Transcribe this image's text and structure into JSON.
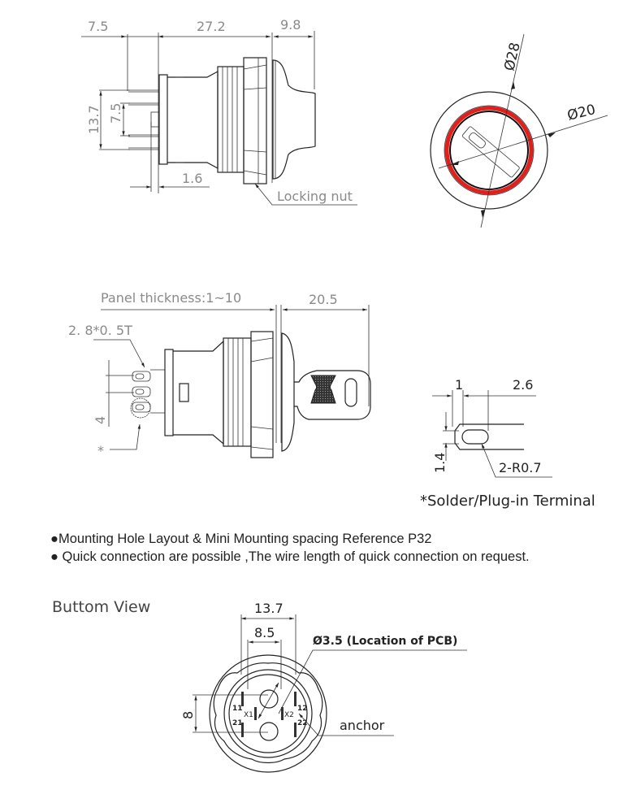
{
  "side_view": {
    "dims": {
      "pin_length": "7.5",
      "body_length": "27.2",
      "head_length": "9.8",
      "pin_span_outer": "13.7",
      "pin_span_inner": "7.5",
      "flange_gap": "1.6"
    },
    "callout_locking_nut": "Locking nut"
  },
  "front_view": {
    "outer_diameter": "Ø28",
    "inner_diameter": "Ø20",
    "ring_color": "#e0201c"
  },
  "key_view": {
    "panel_thickness": "Panel thickness:1~10",
    "key_protrusion": "20.5",
    "terminal_size": "2. 8*0. 5T",
    "terminal_pitch": "4",
    "terminal_marker": "*"
  },
  "terminal_detail": {
    "dim_tip": "1",
    "dim_slot": "2.6",
    "dim_height": "1.4",
    "radius": "2-R0.7",
    "caption": "*Solder/Plug-in Terminal"
  },
  "notes": [
    "●Mounting Hole Layout & Mini Mounting spacing Reference P32",
    "● Quick connection are possible ,The wire length of quick connection on request."
  ],
  "bottom_view": {
    "title": "Buttom View",
    "dim_outer": "13.7",
    "dim_inner": "8.5",
    "dim_vertical": "8",
    "hole_callout": "Ø3.5  (Location of PCB)",
    "anchor_label": "anchor",
    "pins": [
      "11",
      "12",
      "21",
      "22"
    ],
    "contacts": [
      "X1",
      "X2"
    ]
  }
}
